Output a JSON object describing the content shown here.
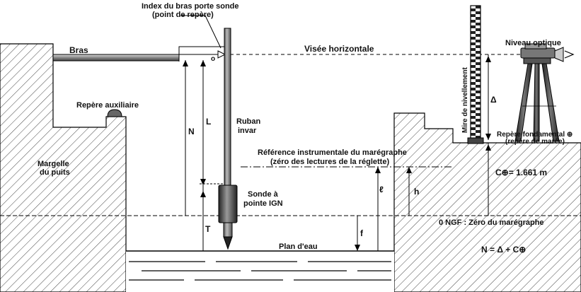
{
  "labels": {
    "index_line1": "Index du bras porte sonde",
    "index_line2": "(point de repère)",
    "bras": "Bras",
    "o": "o",
    "visee": "Visée horizontale",
    "niveau": "Niveau optique",
    "mire": "Mire de nivellement",
    "delta": "Δ",
    "repere_aux": "Repère auxiliaire",
    "n": "N",
    "l": "L",
    "ruban1": "Ruban",
    "ruban2": "invar",
    "repere_fond1": "Repère fondamental ⊕",
    "repere_fond2": "(repère de marée)",
    "margelle1": "Margelle",
    "margelle2": "du puits",
    "ref_line1": "Référence instrumentale du marégraphe",
    "ref_line2": "(zéro des lectures de la réglette)",
    "c_value": "C⊕= 1.661 m",
    "sonde1": "Sonde à",
    "sonde2": "pointe IGN",
    "small_l": "ℓ",
    "h": "h",
    "zero_ngf": "0 NGF : Zéro du marégraphe",
    "t": "T",
    "f": "f",
    "plan_eau": "Plan d'eau",
    "formula": "N = Δ + C⊕"
  }
}
